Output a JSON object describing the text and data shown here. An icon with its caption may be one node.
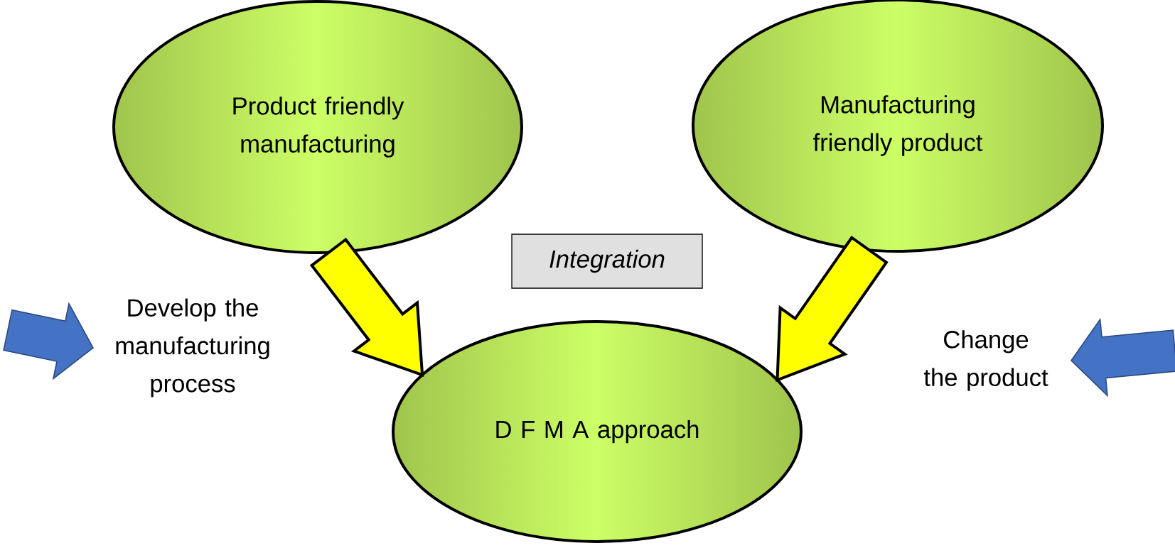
{
  "diagram": {
    "nodes": [
      {
        "text": [
          "Product friendly manufacturing"
        ]
      },
      {
        "text": [
          "Manufacturing friendly product"
        ]
      },
      {
        "text": [
          "Integration"
        ]
      },
      {
        "text": [
          "Develop the manufacturing process"
        ]
      },
      {
        "text": [
          "D F M A approach"
        ]
      },
      {
        "text": [
          "Change the product"
        ]
      }
    ],
    "edges": [
      {
        "from": 0,
        "to": 4,
        "arrow": "to",
        "color": "#ffff00"
      },
      {
        "from": 1,
        "to": 4,
        "arrow": "to",
        "color": "#ffff00"
      },
      {
        "from": null,
        "to": 3,
        "arrow": "to",
        "color": "#4472c4"
      },
      {
        "from": null,
        "to": 5,
        "arrow": "to",
        "color": "#4472c4"
      }
    ]
  }
}
